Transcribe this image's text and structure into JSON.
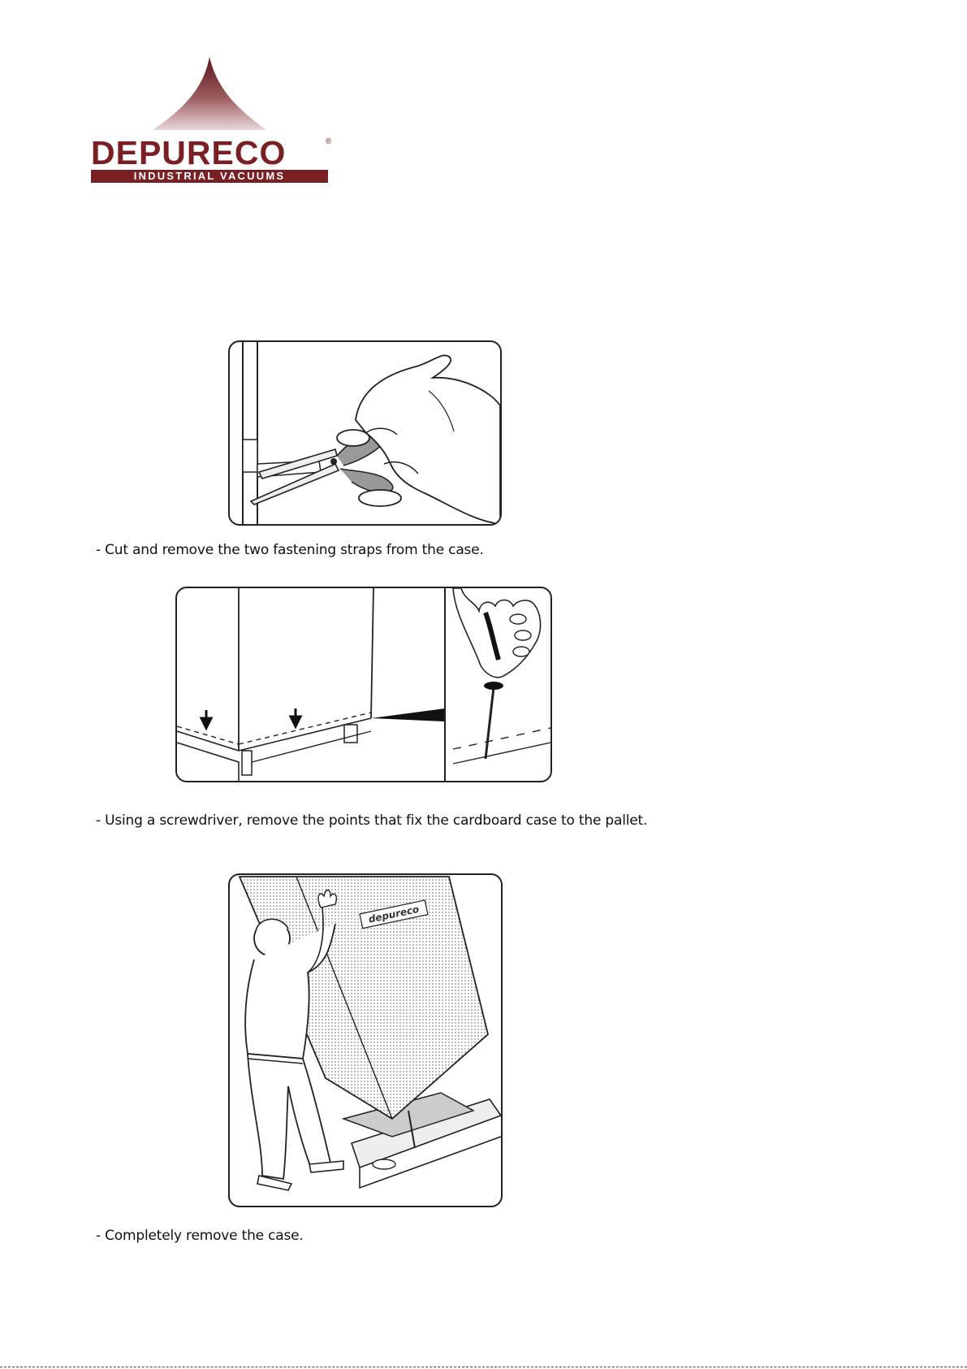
{
  "brand": {
    "name": "DEPURECO",
    "registered": "®",
    "tagline": "INDUSTRIAL VACUUMS",
    "color": "#7a1f24"
  },
  "steps": [
    {
      "caption": "- Cut and remove the two fastening straps from the case."
    },
    {
      "caption": "- Using a screwdriver, remove the points that fix the cardboard case to the pallet."
    },
    {
      "caption": "- Completely remove the case."
    }
  ],
  "box_label": "depureco"
}
